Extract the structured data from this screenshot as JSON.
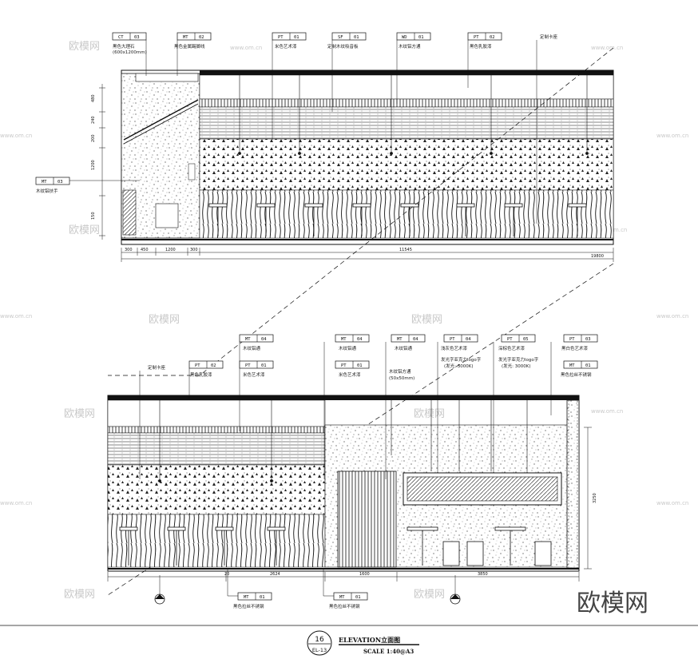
{
  "upper_elevation": {
    "tags": [
      {
        "code": "CT",
        "num": "03",
        "label": "黑色大理石",
        "sub": "(600x1200mm)"
      },
      {
        "code": "MT",
        "num": "02",
        "label": "黑色金属踢脚线"
      },
      {
        "code": "PT",
        "num": "01",
        "label": "米色艺术漆"
      },
      {
        "code": "SF",
        "num": "01",
        "label": "定制木纹吸音板"
      },
      {
        "code": "WD",
        "num": "01",
        "label": "木纹铝方通"
      },
      {
        "code": "PT",
        "num": "02",
        "label": "黑色乳胶漆"
      }
    ],
    "note_right": "定制卡座",
    "left_tag": {
      "code": "MT",
      "num": "03",
      "label": "木纹铝扶手"
    },
    "dims_bottom": [
      "300",
      "450",
      "1200",
      "300",
      "11545"
    ],
    "overall_dim": "19800",
    "dims_left": [
      "480",
      "240",
      "200",
      "1200",
      "150"
    ]
  },
  "lower_elevation": {
    "tags_top": [
      {
        "code": "MT",
        "num": "04",
        "label": "木纹铝通"
      },
      {
        "code": "MT",
        "num": "04",
        "label": "木纹铝通"
      },
      {
        "code": "MT",
        "num": "04",
        "label": "木纹铝通"
      },
      {
        "code": "PT",
        "num": "04",
        "label": "浅灰色艺术漆"
      },
      {
        "code": "PT",
        "num": "05",
        "label": "深棕色艺术漆"
      },
      {
        "code": "PT",
        "num": "03",
        "label": "黑白色艺术漆"
      }
    ],
    "tags_second": [
      {
        "code": "PT",
        "num": "02",
        "label": "黑色乳胶漆"
      },
      {
        "code": "PT",
        "num": "01",
        "label": "米色艺术漆"
      },
      {
        "code": "PT",
        "num": "01",
        "label": "米色艺术漆"
      },
      {
        "code": "",
        "num": "",
        "label": "木纹铝方通",
        "sub": "(50x50mm)"
      },
      {
        "code": "",
        "num": "",
        "label": "发光字亚克力logo字",
        "sub": "(发光: 3000K)"
      },
      {
        "code": "",
        "num": "",
        "label": "发光字亚克力logo字",
        "sub": "(发光: 3000K)"
      },
      {
        "code": "MT",
        "num": "01",
        "label": "黑色拉丝不锈钢"
      }
    ],
    "note_left": "定制卡座",
    "bottom_tags": [
      {
        "code": "MT",
        "num": "01",
        "label": "黑色拉丝不锈钢"
      },
      {
        "code": "MT",
        "num": "01",
        "label": "黑色拉丝不锈钢"
      }
    ],
    "dims_bottom": [
      "20",
      "2624",
      "1600",
      "3850"
    ],
    "dim_right": "3250"
  },
  "title_block": {
    "number": "16",
    "sheet": "EL-13",
    "name": "ELEVATION立面图",
    "scale": "SCALE 1:40@A3"
  },
  "watermark": {
    "logo": "欧模网",
    "url": "www.om.cn"
  },
  "brand": "欧模网"
}
